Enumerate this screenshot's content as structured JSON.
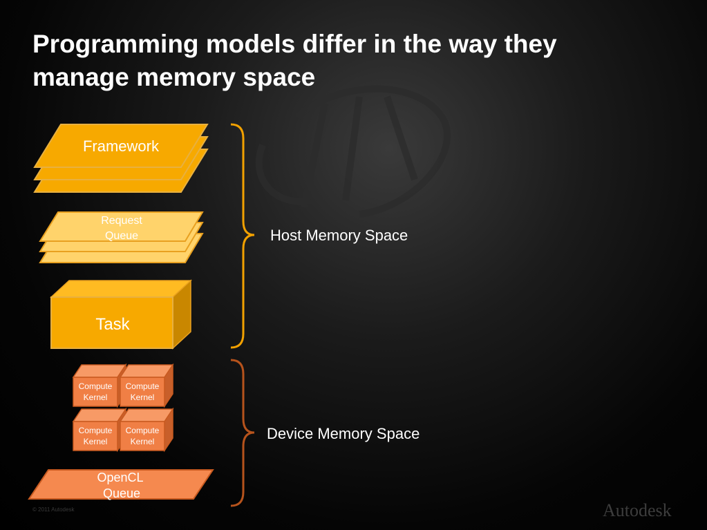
{
  "title": {
    "line1": "Programming models differ in the way they",
    "line2": "manage memory space"
  },
  "diagram": {
    "framework": "Framework",
    "request_queue": [
      "Request",
      "Queue"
    ],
    "task": "Task",
    "compute_kernel": [
      "Compute",
      "Kernel"
    ],
    "opencl_queue": [
      "OpenCL",
      "Queue"
    ],
    "host_memory": "Host Memory Space",
    "device_memory": "Device Memory Space"
  },
  "footer": {
    "logo": "Autodesk",
    "copyright": "© 2011 Autodesk"
  },
  "colors": {
    "framework": "#f7a900",
    "request_queue": "#ffd36b",
    "task": "#f7a900",
    "compute_kernel": "#f07f45",
    "opencl_queue": "#f5894f",
    "host_brace": "#f2a100",
    "device_brace": "#b6531c"
  }
}
